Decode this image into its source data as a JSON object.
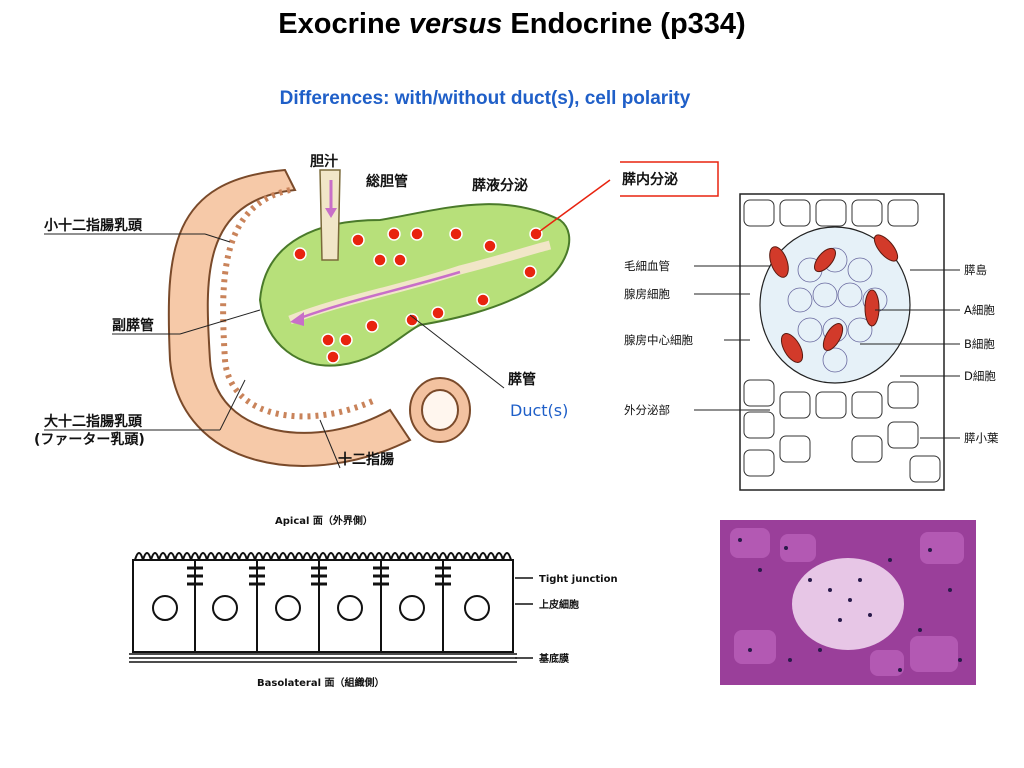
{
  "title": {
    "part1": "Exocrine ",
    "part2": "versus",
    "part3": " Endocrine (p334)"
  },
  "subtitle": "Differences: with/without duct(s), cell polarity",
  "pancreas_diagram": {
    "labels": {
      "bile": "胆汁",
      "common_bile_duct": "総胆管",
      "pancreatic_secretion": "膵液分泌",
      "minor_papilla": "小十二指腸乳頭",
      "accessory_duct": "副膵管",
      "major_papilla": "大十二指腸乳頭",
      "vater": "(ファーター乳頭)",
      "pancreatic_duct": "膵管",
      "duodenum": "十二指腸"
    },
    "duct_annotation": "Duct(s)"
  },
  "islet_diagram": {
    "callout": "膵内分泌",
    "labels_left": {
      "capillary": "毛細血管",
      "acinar_cell": "腺房細胞",
      "centroacinar_cell": "腺房中心細胞",
      "exocrine_part": "外分泌部"
    },
    "labels_right": {
      "islet": "膵島",
      "a_cell": "A細胞",
      "b_cell": "B細胞",
      "d_cell": "D細胞",
      "lobule": "膵小葉"
    }
  },
  "epithelium_diagram": {
    "apical": "Apical 面（外界側）",
    "basolateral": "Basolateral 面（組織側）",
    "tight_junction": "Tight junction",
    "epithelial_cell": "上皮細胞",
    "basement_membrane": "基底膜"
  },
  "colors": {
    "subtitle": "#1f5fc8",
    "red_dot": "#e8230f",
    "callout_border": "#e8230f",
    "pancreas_green": "#b7e07a",
    "histology_purple": "#9a3f9a"
  }
}
